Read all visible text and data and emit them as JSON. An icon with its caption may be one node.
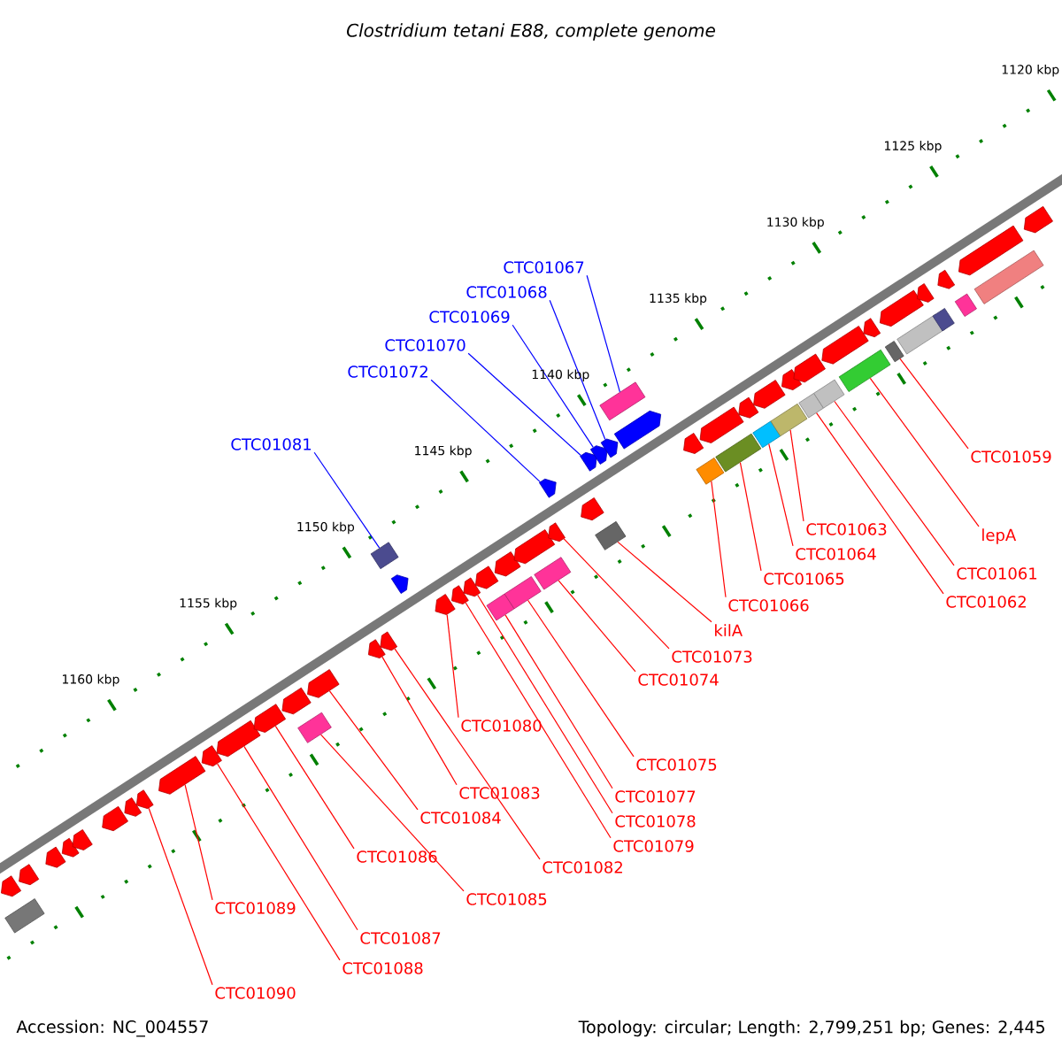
{
  "diagram": {
    "title": "Clostridium tetani E88, complete genome",
    "nodes": [
      {
        "text": [],
        "shape": "box"
      },
      {
        "text": [],
        "shape": "arrow"
      },
      {
        "text": [],
        "shape": "arrow"
      },
      {
        "text": [],
        "shape": "arrow"
      },
      {
        "text": [],
        "shape": "arrow"
      },
      {
        "text": [],
        "shape": "arrow"
      },
      {
        "text": [],
        "shape": "arrow"
      },
      {
        "text": [],
        "shape": "arrow"
      },
      {
        "text": [],
        "shape": "arrow"
      },
      {
        "text": [],
        "shape": "arrow"
      },
      {
        "text": [],
        "shape": "arrow"
      },
      {
        "text": [],
        "shape": "arrow"
      },
      {
        "text": [],
        "shape": "arrow"
      },
      {
        "text": [],
        "shape": "arrow"
      },
      {
        "text": [],
        "shape": "box"
      },
      {
        "text": [],
        "shape": "arrow"
      },
      {
        "text": [],
        "shape": "arrow"
      },
      {
        "text": [],
        "shape": "arrow"
      },
      {
        "text": [],
        "shape": "arrow"
      },
      {
        "text": [],
        "shape": "box"
      },
      {
        "text": [],
        "shape": "arrow"
      },
      {
        "text": [],
        "shape": "arrow"
      },
      {
        "text": [],
        "shape": "arrow"
      },
      {
        "text": [],
        "shape": "box"
      },
      {
        "text": [],
        "shape": "arrow"
      },
      {
        "text": [],
        "shape": "box"
      },
      {
        "text": [],
        "shape": "arrow"
      },
      {
        "text": [],
        "shape": "arrow"
      },
      {
        "text": [],
        "shape": "box"
      },
      {
        "text": [],
        "shape": "arrow"
      },
      {
        "text": [],
        "shape": "arrow"
      },
      {
        "text": [],
        "shape": "arrow"
      },
      {
        "text": [],
        "shape": "box"
      },
      {
        "text": [],
        "shape": "arrow"
      },
      {
        "text": [],
        "shape": "arrow"
      },
      {
        "text": [],
        "shape": "arrow"
      },
      {
        "text": [],
        "shape": "arrow"
      },
      {
        "text": [],
        "shape": "box"
      },
      {
        "text": [],
        "shape": "box"
      },
      {
        "text": [],
        "shape": "arrow"
      },
      {
        "text": [],
        "shape": "box"
      },
      {
        "text": [],
        "shape": "arrow"
      },
      {
        "text": [],
        "shape": "box"
      },
      {
        "text": [],
        "shape": "arrow"
      },
      {
        "text": [],
        "shape": "arrow"
      },
      {
        "text": [],
        "shape": "box"
      },
      {
        "text": [],
        "shape": "arrow"
      },
      {
        "text": [],
        "shape": "box"
      },
      {
        "text": [],
        "shape": "arrow"
      },
      {
        "text": [],
        "shape": "box"
      },
      {
        "text": [],
        "shape": "arrow"
      },
      {
        "text": [],
        "shape": "box"
      },
      {
        "text": [],
        "shape": "arrow"
      },
      {
        "text": [],
        "shape": "box"
      },
      {
        "text": [],
        "shape": "arrow"
      },
      {
        "text": [],
        "shape": "box"
      },
      {
        "text": [],
        "shape": "arrow"
      },
      {
        "text": [],
        "shape": "box"
      },
      {
        "text": [],
        "shape": "arrow"
      },
      {
        "text": [],
        "shape": "box"
      },
      {
        "text": [],
        "shape": "arrow"
      },
      {
        "text": [],
        "shape": "box"
      },
      {
        "text": [],
        "shape": "arrow"
      },
      {
        "text": [
          "CTC01067"
        ]
      },
      {
        "text": [
          "CTC01068"
        ]
      },
      {
        "text": [
          "CTC01069"
        ]
      },
      {
        "text": [
          "CTC01070"
        ]
      },
      {
        "text": [
          "CTC01072"
        ]
      },
      {
        "text": [
          "CTC01081"
        ]
      },
      {
        "text": [
          "CTC01059"
        ]
      },
      {
        "text": [
          "lepA"
        ]
      },
      {
        "text": [
          "CTC01061"
        ]
      },
      {
        "text": [
          "CTC01062"
        ]
      },
      {
        "text": [
          "CTC01063"
        ]
      },
      {
        "text": [
          "CTC01064"
        ]
      },
      {
        "text": [
          "CTC01065"
        ]
      },
      {
        "text": [
          "CTC01066"
        ]
      },
      {
        "text": [
          "kilA"
        ]
      },
      {
        "text": [
          "CTC01073"
        ]
      },
      {
        "text": [
          "CTC01074"
        ]
      },
      {
        "text": [
          "CTC01075"
        ]
      },
      {
        "text": [
          "CTC01077"
        ]
      },
      {
        "text": [
          "CTC01078"
        ]
      },
      {
        "text": [
          "CTC01079"
        ]
      },
      {
        "text": [
          "CTC01080"
        ]
      },
      {
        "text": [
          "CTC01082"
        ]
      },
      {
        "text": [
          "CTC01083"
        ]
      },
      {
        "text": [
          "CTC01084"
        ]
      },
      {
        "text": [
          "CTC01085"
        ]
      },
      {
        "text": [
          "CTC01086"
        ]
      },
      {
        "text": [
          "CTC01087"
        ]
      },
      {
        "text": [
          "CTC01088"
        ]
      },
      {
        "text": [
          "CTC01089"
        ]
      },
      {
        "text": [
          "CTC01090"
        ]
      }
    ],
    "edges": [
      {
        "from": 63,
        "to": 37,
        "arrow": "none",
        "color": "#0000ff"
      },
      {
        "from": 64,
        "to": 35,
        "arrow": "none",
        "color": "#0000ff"
      },
      {
        "from": 65,
        "to": 34,
        "arrow": "none",
        "color": "#0000ff"
      },
      {
        "from": 66,
        "to": 33,
        "arrow": "none",
        "color": "#0000ff"
      },
      {
        "from": 67,
        "to": 30,
        "arrow": "none",
        "color": "#0000ff"
      },
      {
        "from": 68,
        "to": 19,
        "arrow": "none",
        "color": "#0000ff"
      },
      {
        "from": 69,
        "to": 53,
        "arrow": "none"
      },
      {
        "from": 70,
        "to": 51,
        "arrow": "none"
      },
      {
        "from": 71,
        "to": 49,
        "arrow": "none"
      },
      {
        "from": 72,
        "to": 47,
        "arrow": "none"
      },
      {
        "from": 73,
        "to": 45,
        "arrow": "none"
      },
      {
        "from": 74,
        "to": 42,
        "arrow": "none"
      },
      {
        "from": 75,
        "to": 40,
        "arrow": "none"
      },
      {
        "from": 76,
        "to": 38,
        "arrow": "none"
      },
      {
        "from": 77,
        "to": 32,
        "arrow": "none"
      },
      {
        "from": 78,
        "to": 29,
        "arrow": "none"
      },
      {
        "from": 79,
        "to": 28,
        "arrow": "none"
      },
      {
        "from": 80,
        "to": 25,
        "arrow": "none"
      },
      {
        "from": 81,
        "to": 23,
        "arrow": "none"
      },
      {
        "from": 82,
        "to": 22,
        "arrow": "none"
      },
      {
        "from": 83,
        "to": 21,
        "arrow": "none"
      },
      {
        "from": 84,
        "to": 20,
        "arrow": "none"
      },
      {
        "from": 85,
        "to": 17,
        "arrow": "none"
      },
      {
        "from": 86,
        "to": 16,
        "arrow": "none"
      },
      {
        "from": 87,
        "to": 15,
        "arrow": "none"
      },
      {
        "from": 88,
        "to": 14,
        "arrow": "none"
      },
      {
        "from": 89,
        "to": 12,
        "arrow": "none"
      },
      {
        "from": 90,
        "to": 11,
        "arrow": "none"
      },
      {
        "from": 91,
        "to": 10,
        "arrow": "none"
      },
      {
        "from": 92,
        "to": 9,
        "arrow": "none"
      },
      {
        "from": 93,
        "to": 8,
        "arrow": "none"
      }
    ],
    "labels": [
      "1120 kbp",
      "1125 kbp",
      "1130 kbp",
      "1135 kbp",
      "1140 kbp",
      "1145 kbp",
      "1150 kbp",
      "1155 kbp",
      "1160 kbp",
      "Accession: NC_004557",
      "Topology: circular; Length: 2,799,251 bp; Genes: 2,445"
    ]
  }
}
